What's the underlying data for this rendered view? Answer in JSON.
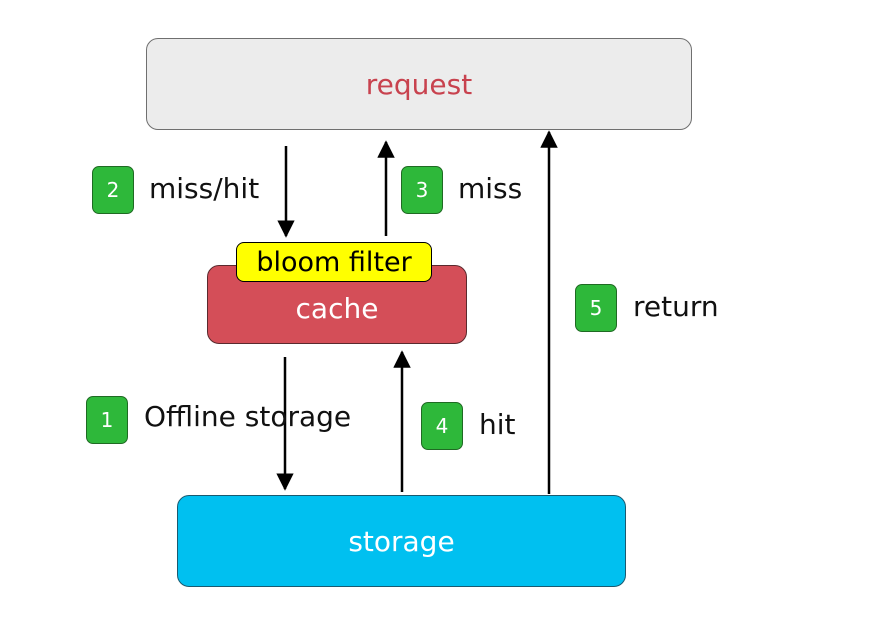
{
  "nodes": {
    "request": "request",
    "bloom_filter": "bloom filter",
    "cache": "cache",
    "storage": "storage"
  },
  "steps": [
    {
      "number": "1",
      "label": "Offline storage"
    },
    {
      "number": "2",
      "label": "miss/hit"
    },
    {
      "number": "3",
      "label": "miss"
    },
    {
      "number": "4",
      "label": "hit"
    },
    {
      "number": "5",
      "label": "return"
    }
  ],
  "colors": {
    "request_fill": "#ececec",
    "request_text": "#c8424e",
    "cache_fill": "#d44e58",
    "bloom_fill": "#ffff00",
    "storage_fill": "#00c0f0",
    "badge_fill": "#2eb83a",
    "arrow": "#000000"
  }
}
